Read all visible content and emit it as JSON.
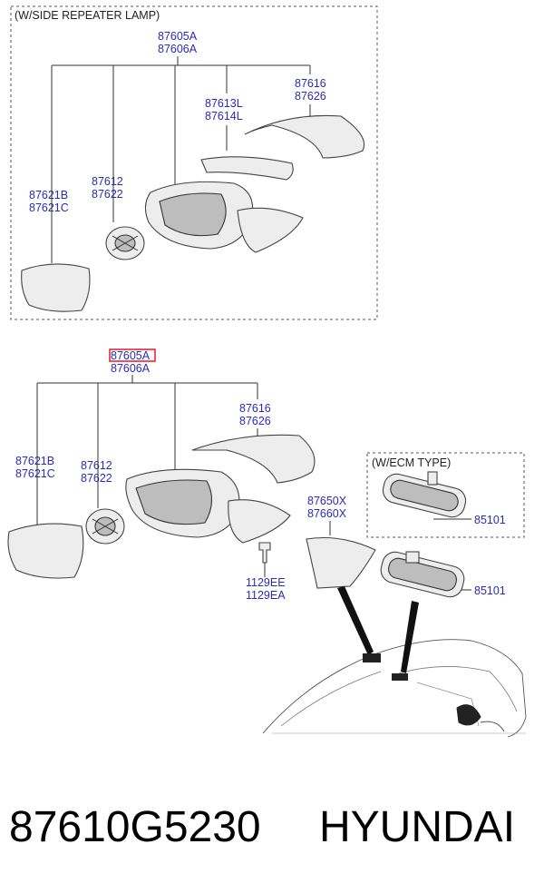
{
  "frames": {
    "top": {
      "title": "(W/SIDE REPEATER LAMP)"
    },
    "ecm": {
      "title": "(W/ECM TYPE)"
    }
  },
  "labels": {
    "top_main_1": "87605A",
    "top_main_2": "87606A",
    "top_cover_1": "87616",
    "top_cover_2": "87626",
    "top_lamp_1": "87613L",
    "top_lamp_2": "87614L",
    "top_glass_1": "87621B",
    "top_glass_2": "87621C",
    "top_motor_1": "87612",
    "top_motor_2": "87622",
    "mid_main_1": "87605A",
    "mid_main_2": "87606A",
    "mid_cover_1": "87616",
    "mid_cover_2": "87626",
    "mid_glass_1": "87621B",
    "mid_glass_2": "87621C",
    "mid_motor_1": "87612",
    "mid_motor_2": "87622",
    "trim_1": "87650X",
    "trim_2": "87660X",
    "screw_1": "1129EE",
    "screw_2": "1129EA",
    "inside_mirror_ecm": "85101",
    "inside_mirror": "85101"
  },
  "highlight": {
    "label": "87605A",
    "color": "#e8263a"
  },
  "label_color": "#2b2bb8",
  "caption": {
    "part_number": "87610G5230",
    "brand": "HYUNDAI"
  }
}
